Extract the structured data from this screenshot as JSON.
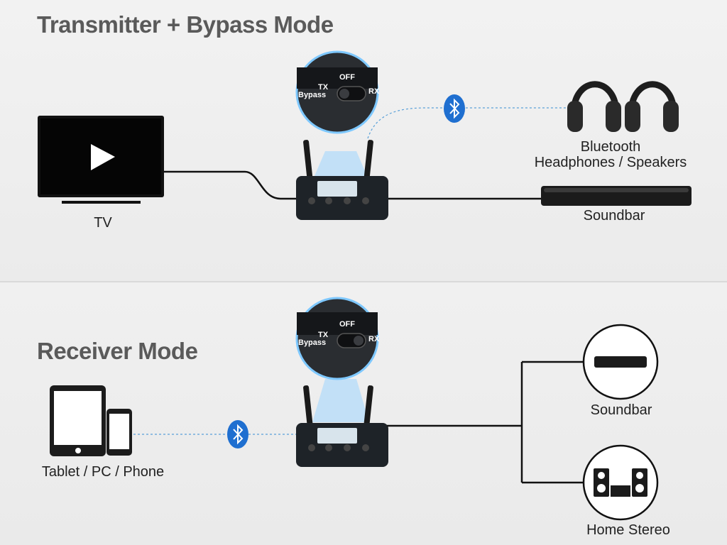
{
  "sections": {
    "top_title": "Transmitter + Bypass Mode",
    "bottom_title": "Receiver Mode"
  },
  "labels": {
    "tv": "TV",
    "bt_line1": "Bluetooth",
    "bt_line2": "Headphones / Speakers",
    "soundbar_top": "Soundbar",
    "tablet": "Tablet / PC / Phone",
    "soundbar_bottom": "Soundbar",
    "home_stereo": "Home Stereo"
  },
  "switch": {
    "off": "OFF",
    "tx": "TX",
    "bypass": "Bypass",
    "rx": "RX"
  },
  "colors": {
    "bluetooth": "#1f6fd0",
    "device": "#1e2328",
    "title": "#5a5a5a"
  },
  "icons": [
    "play-icon",
    "bluetooth-icon",
    "headphones-icon",
    "soundbar-icon",
    "tablet-icon",
    "phone-icon",
    "speaker-icon",
    "amplifier-icon"
  ]
}
